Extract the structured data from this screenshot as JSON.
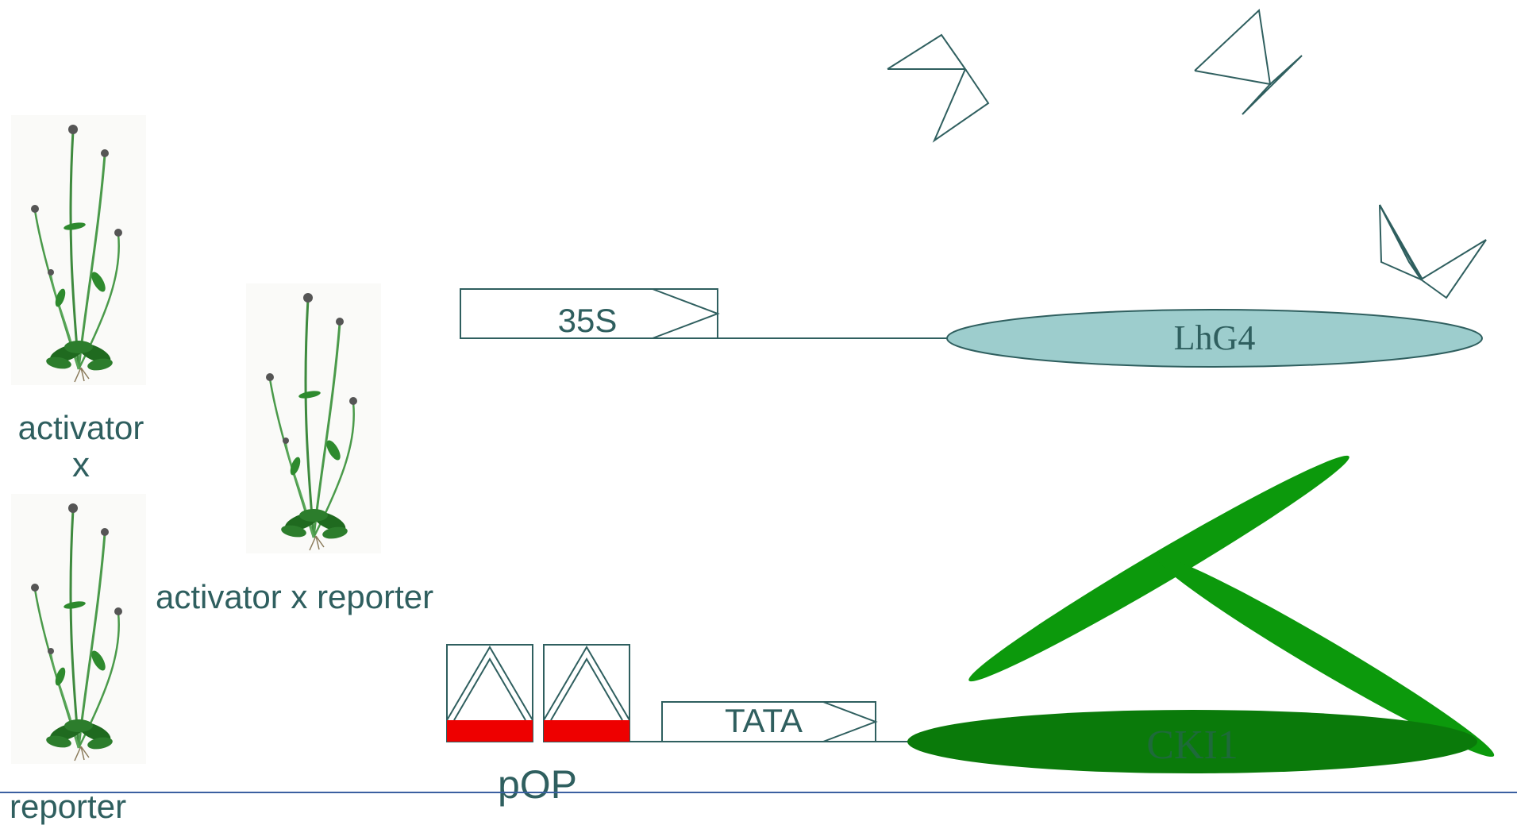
{
  "labels": {
    "activator": "activator",
    "cross": "x",
    "reporter": "reporter",
    "activator_x_reporter": "activator x reporter",
    "promoter_35s": "35S",
    "protein_lhg4": "LhG4",
    "tata": "TATA",
    "pop": "pOP",
    "gene_cki1": "CKI1"
  },
  "colors": {
    "text": "#2f5f5f",
    "lhg4_fill": "#9dcdcd",
    "cki1_fill": "#0a7a0a",
    "leaf_fill": "#0c990c",
    "operator_red": "#ee0000",
    "footer_line": "#3a5fa0"
  },
  "icons": [
    "plant-illustration",
    "dimer-icon",
    "operator-icon",
    "promoter-arrow-icon"
  ]
}
